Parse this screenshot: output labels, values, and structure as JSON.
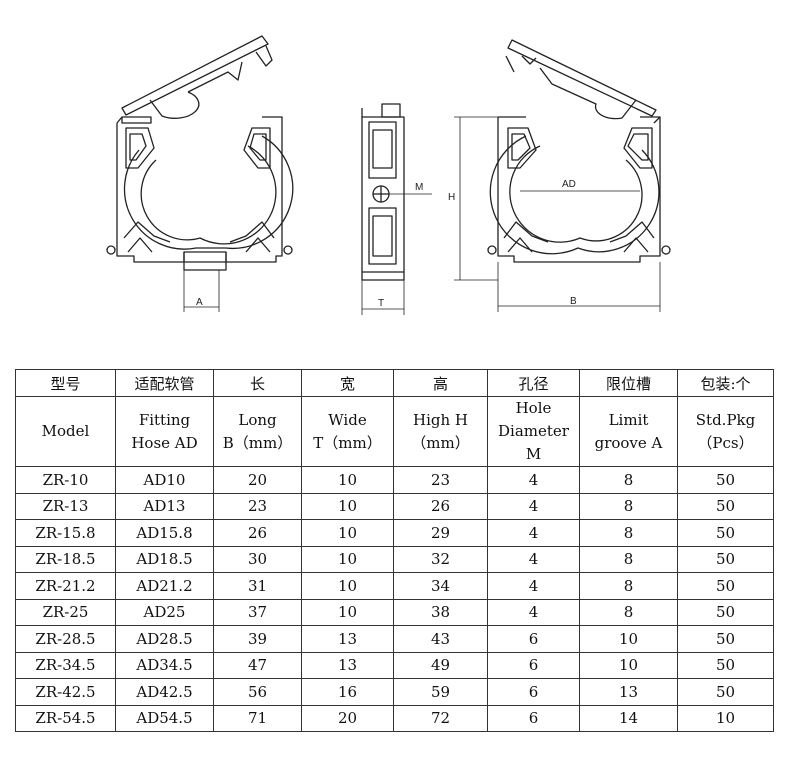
{
  "drawing": {
    "dim_labels": {
      "a": "A",
      "t": "T",
      "m": "M",
      "h": "H",
      "ad": "AD",
      "b": "B"
    }
  },
  "table": {
    "headers_cn": [
      "型号",
      "适配软管",
      "长",
      "宽",
      "高",
      "孔径",
      "限位槽",
      "包装:个"
    ],
    "headers_en": [
      [
        "Model"
      ],
      [
        "Fitting",
        "Hose  AD"
      ],
      [
        "Long",
        "B（mm）"
      ],
      [
        "Wide",
        "T（mm）"
      ],
      [
        "High        H",
        "（mm）"
      ],
      [
        "Hole",
        "Diameter M"
      ],
      [
        "Limit",
        "groove  A"
      ],
      [
        "Std.Pkg",
        "（Pcs）"
      ]
    ],
    "rows": [
      [
        "ZR-10",
        "AD10",
        "20",
        "10",
        "23",
        "4",
        "8",
        "50"
      ],
      [
        "ZR-13",
        "AD13",
        "23",
        "10",
        "26",
        "4",
        "8",
        "50"
      ],
      [
        "ZR-15.8",
        "AD15.8",
        "26",
        "10",
        "29",
        "4",
        "8",
        "50"
      ],
      [
        "ZR-18.5",
        "AD18.5",
        "30",
        "10",
        "32",
        "4",
        "8",
        "50"
      ],
      [
        "ZR-21.2",
        "AD21.2",
        "31",
        "10",
        "34",
        "4",
        "8",
        "50"
      ],
      [
        "ZR-25",
        "AD25",
        "37",
        "10",
        "38",
        "4",
        "8",
        "50"
      ],
      [
        "ZR-28.5",
        "AD28.5",
        "39",
        "13",
        "43",
        "6",
        "10",
        "50"
      ],
      [
        "ZR-34.5",
        "AD34.5",
        "47",
        "13",
        "49",
        "6",
        "10",
        "50"
      ],
      [
        "ZR-42.5",
        "AD42.5",
        "56",
        "16",
        "59",
        "6",
        "13",
        "50"
      ],
      [
        "ZR-54.5",
        "AD54.5",
        "71",
        "20",
        "72",
        "6",
        "14",
        "10"
      ]
    ]
  }
}
